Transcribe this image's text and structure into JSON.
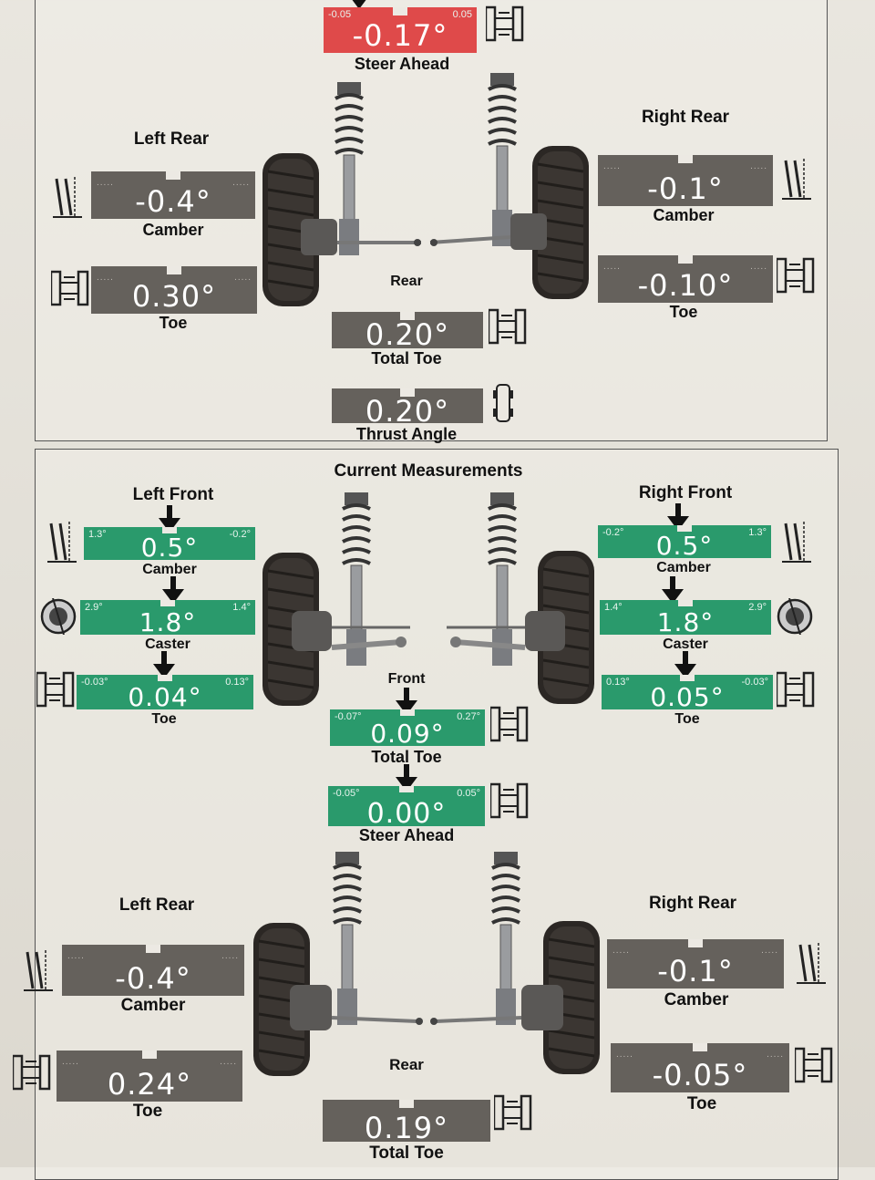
{
  "top": {
    "steer_ahead": {
      "value": "-0.17°",
      "tol_left": "-0.05",
      "tol_right": "0.05",
      "label": "Steer Ahead"
    },
    "left_rear_title": "Left Rear",
    "right_rear_title": "Right Rear",
    "left_camber": {
      "value": "-0.4°",
      "label": "Camber"
    },
    "left_toe": {
      "value": "0.30°",
      "label": "Toe"
    },
    "right_camber": {
      "value": "-0.1°",
      "label": "Camber"
    },
    "right_toe": {
      "value": "-0.10°",
      "label": "Toe"
    },
    "rear_label": "Rear",
    "total_toe": {
      "value": "0.20°",
      "label": "Total Toe"
    },
    "thrust": {
      "value": "0.20°",
      "label": "Thrust Angle"
    }
  },
  "bottom": {
    "title": "Current Measurements",
    "left_front_title": "Left Front",
    "right_front_title": "Right Front",
    "lf_camber": {
      "value": "0.5°",
      "min": "1.3°",
      "max": "-0.2°",
      "label": "Camber"
    },
    "lf_caster": {
      "value": "1.8°",
      "min": "2.9°",
      "max": "1.4°",
      "label": "Caster"
    },
    "lf_toe": {
      "value": "0.04°",
      "min": "-0.03°",
      "max": "0.13°",
      "label": "Toe"
    },
    "rf_camber": {
      "value": "0.5°",
      "min": "-0.2°",
      "max": "1.3°",
      "label": "Camber"
    },
    "rf_caster": {
      "value": "1.8°",
      "min": "1.4°",
      "max": "2.9°",
      "label": "Caster"
    },
    "rf_toe": {
      "value": "0.05°",
      "min": "0.13°",
      "max": "-0.03°",
      "label": "Toe"
    },
    "front_label": "Front",
    "front_total_toe": {
      "value": "0.09°",
      "min": "-0.07°",
      "max": "0.27°",
      "label": "Total Toe"
    },
    "steer_ahead": {
      "value": "0.00°",
      "min": "-0.05°",
      "max": "0.05°",
      "label": "Steer Ahead"
    },
    "left_rear_title": "Left Rear",
    "right_rear_title": "Right Rear",
    "lr_camber": {
      "value": "-0.4°",
      "label": "Camber"
    },
    "lr_toe": {
      "value": "0.24°",
      "label": "Toe"
    },
    "rr_camber": {
      "value": "-0.1°",
      "label": "Camber"
    },
    "rr_toe": {
      "value": "-0.05°",
      "label": "Toe"
    },
    "rear_label": "Rear",
    "rear_total_toe": {
      "value": "0.19°",
      "label": "Total Toe"
    }
  },
  "colors": {
    "in_spec": "#2a9a6c",
    "out_of_spec": "#df4a4a",
    "no_spec": "#65615c"
  }
}
